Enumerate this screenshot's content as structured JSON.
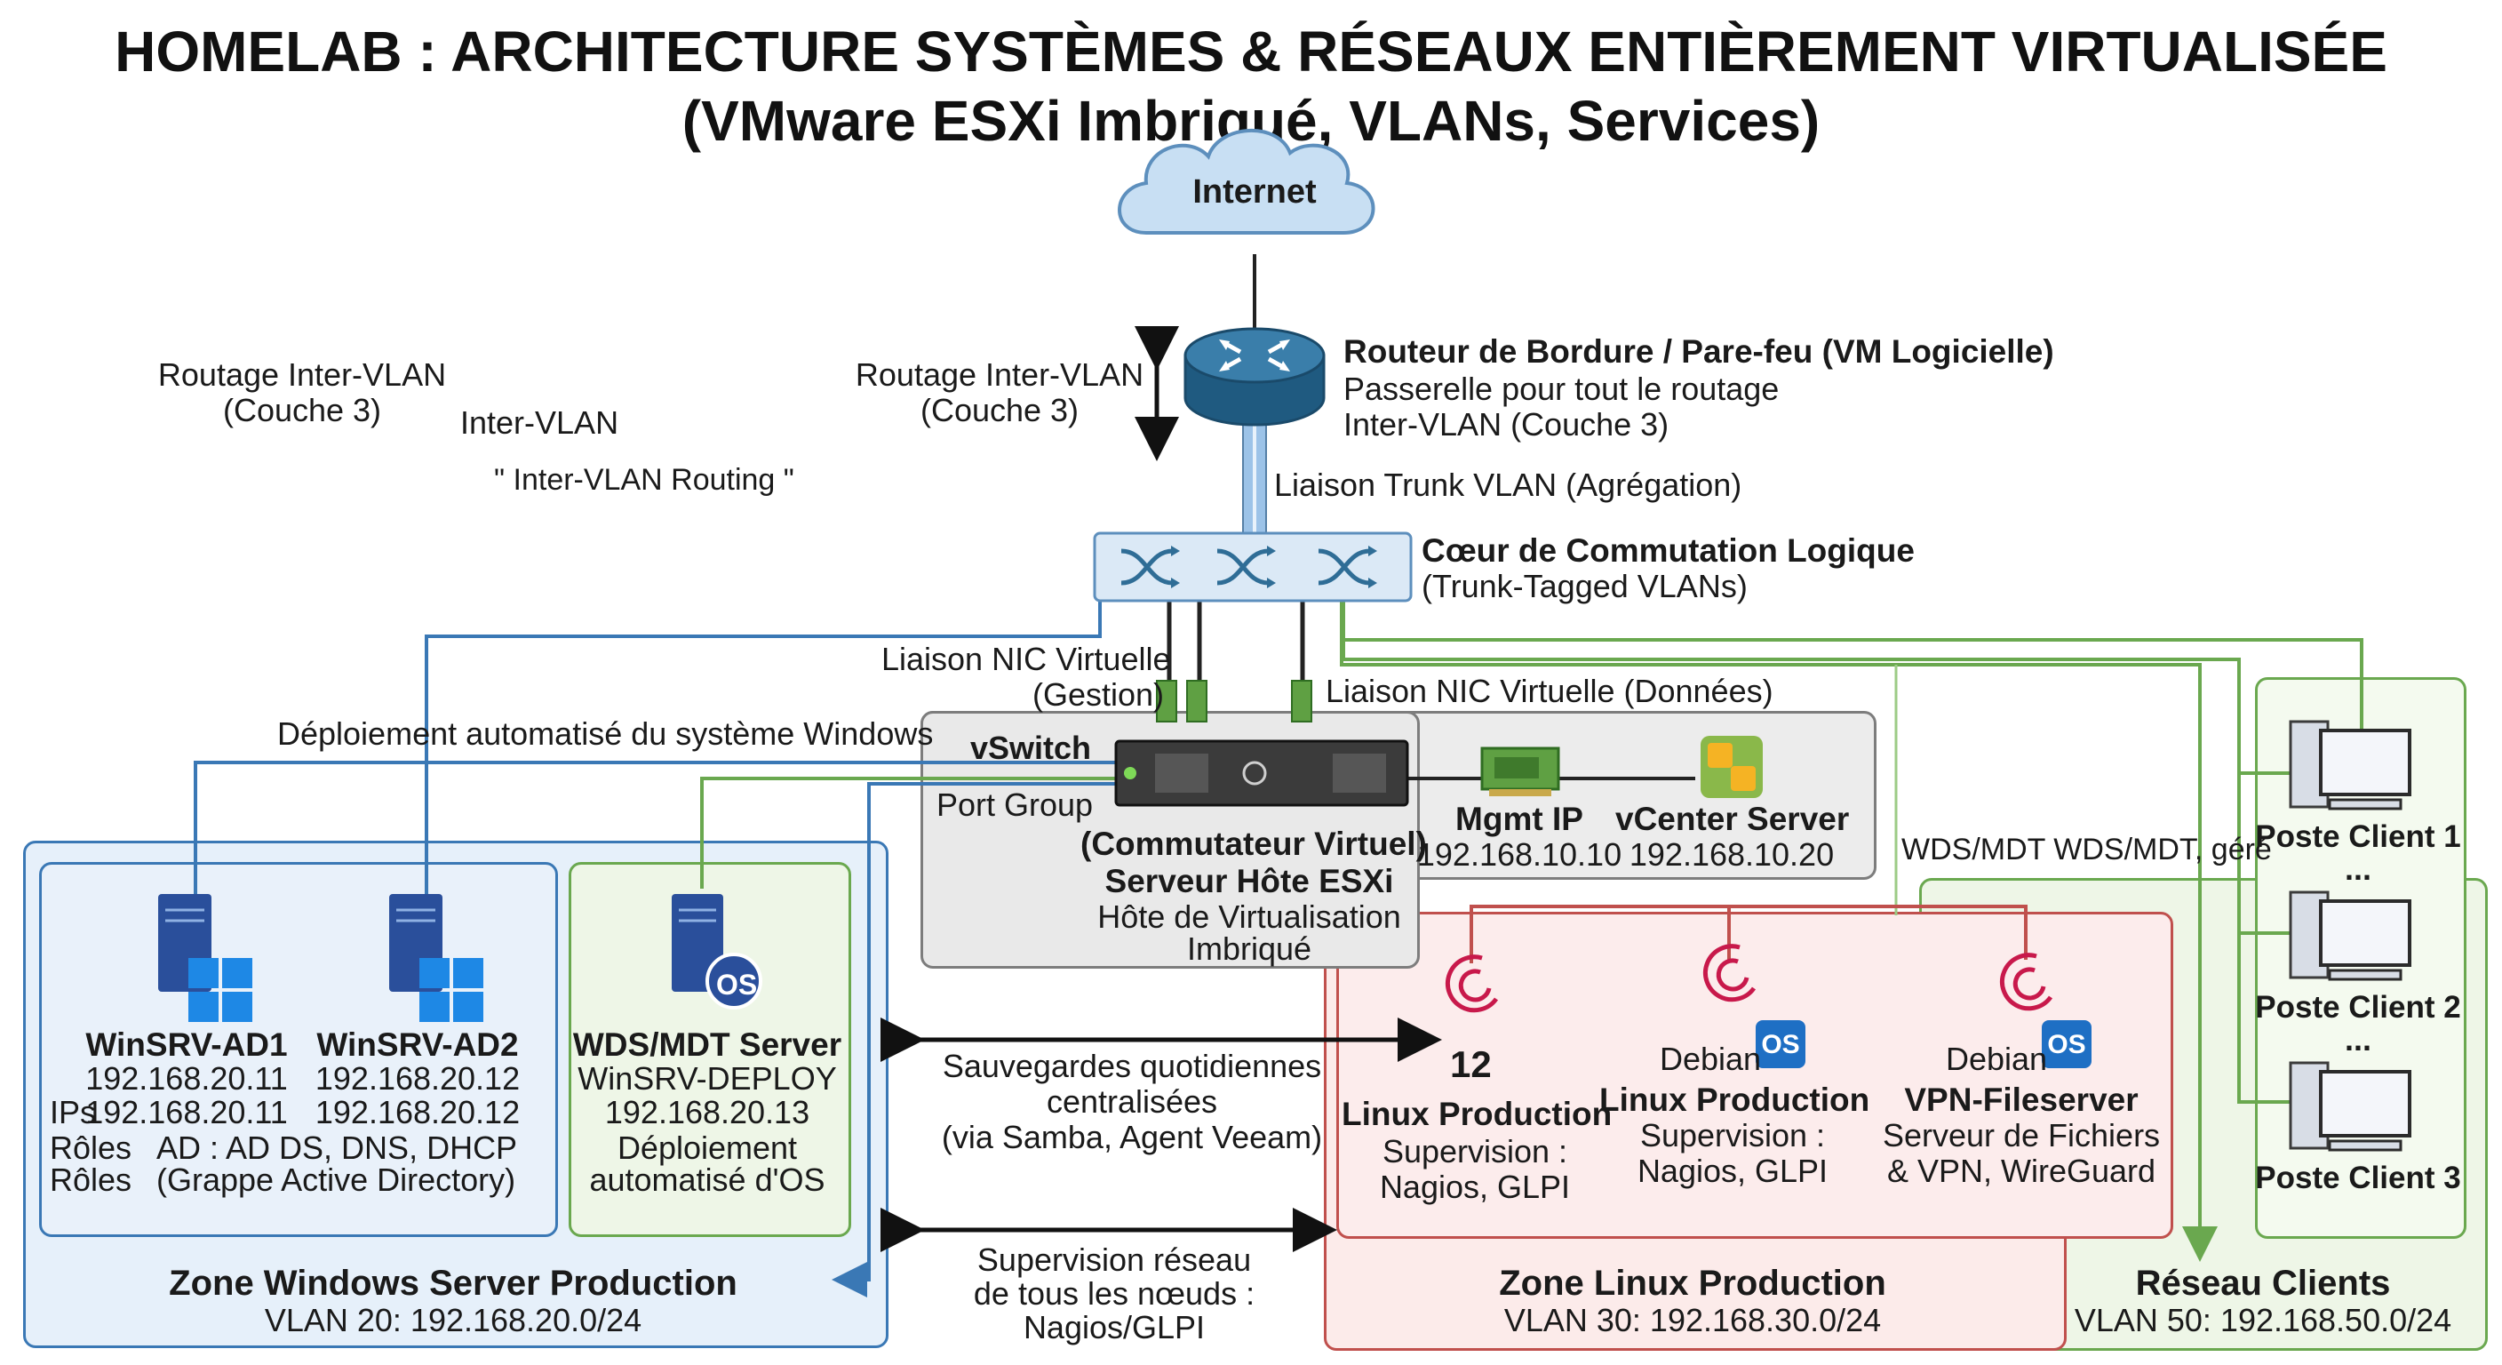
{
  "title": {
    "line1": "HOMELAB : ARCHITECTURE SYSTÈMES & RÉSEAUX ENTIÈREMENT VIRTUALISÉE",
    "line2": "(VMware ESXi Imbriqué, VLANs, Services)"
  },
  "internet": {
    "label": "Internet"
  },
  "left_notes": {
    "routing1": "Routage Inter-VLAN",
    "routing2": "(Couche 3)",
    "intervlan": "Inter-VLAN",
    "routing_quote": "\" Inter-VLAN  Routing \""
  },
  "router": {
    "side_label1": "Routage Inter-VLAN",
    "side_label2": "(Couche 3)",
    "title": "Routeur de Bordure / Pare-feu (VM Logicielle)",
    "desc1": "Passerelle pour tout le routage",
    "desc2": "Inter-VLAN (Couche 3)",
    "trunk": "Liaison Trunk VLAN (Agrégation)"
  },
  "core_switch": {
    "title": "Cœur de Commutation Logique",
    "subtitle": "(Trunk-Tagged VLANs)"
  },
  "nic": {
    "mgmt1": "Liaison NIC Virtuelle",
    "mgmt2": "(Gestion)",
    "data": "Liaison NIC Virtuelle (Données)"
  },
  "deploy_label": "Déploiement automatisé du système Windows",
  "esxi": {
    "vswitch": "vSwitch",
    "portgroup": "Port Group",
    "virtual_switch": "(Commutateur Virtuel)",
    "host": "Serveur Hôte ESXi",
    "host_desc1": "Hôte de Virtualisation",
    "host_desc2": "Imbriqué",
    "mgmt_label": "Mgmt IP",
    "mgmt_ip": "192.168.10.10",
    "vcenter_label": "vCenter Server",
    "vcenter_ip": "192.168.10.20"
  },
  "wds_note": "WDS/MDT WDS/MDT, géré",
  "windows_zone": {
    "title": "Zone Windows Server Production",
    "vlan": "VLAN 20: 192.168.20.0/24",
    "ips_label": "IPs",
    "roles_label": "Rôles",
    "ad1": {
      "name": "WinSRV-AD1",
      "ip1": "192.168.20.11",
      "ip2": "192.168.20.11"
    },
    "ad2": {
      "name": "WinSRV-AD2",
      "ip1": "192.168.20.12",
      "ip2": "192.168.20.12"
    },
    "roles1": "AD : AD DS, DNS, DHCP",
    "roles2": "(Grappe Active Directory)",
    "wds": {
      "name": "WDS/MDT Server",
      "host": "WinSRV-DEPLOY",
      "ip": "192.168.20.13",
      "desc1": "Déploiement",
      "desc2": "automatisé d'OS",
      "badge": "OS"
    }
  },
  "center_labels": {
    "backup1": "Sauvegardes quotidiennes",
    "backup2": "centralisées",
    "backup3": "(via Samba, Agent Veeam)",
    "monitor1": "Supervision réseau",
    "monitor2": "de tous les nœuds :",
    "monitor3": "Nagios/GLPI"
  },
  "linux_zone": {
    "title": "Zone Linux Production",
    "vlan": "VLAN 30: 192.168.30.0/24",
    "s1": {
      "version": "12",
      "name": "Linux Production",
      "desc1": "Supervision :",
      "desc2": "Nagios, GLPI"
    },
    "s2": {
      "distro": "Debian",
      "badge": "OS",
      "name": "Linux Production",
      "desc1": "Supervision :",
      "desc2": "Nagios, GLPI"
    },
    "s3": {
      "distro": "Debian",
      "badge": "OS",
      "name": "VPN-Fileserver",
      "desc1": "Serveur de Fichiers",
      "desc2": "& VPN, WireGuard"
    }
  },
  "clients_zone": {
    "title": "Réseau Clients",
    "vlan": "VLAN 50: 192.168.50.0/24",
    "c1": "Poste Client 1",
    "c2": "Poste Client 2",
    "c3": "Poste Client 3",
    "dots": "..."
  },
  "colors": {
    "windows_border": "#3a78b5",
    "windows_fill": "#e6f0fa",
    "green_border": "#6aa84f",
    "green_fill": "#eef6e7",
    "linux_border": "#c0504d",
    "linux_fill": "#fcebea",
    "router_blue": "#2f6d96",
    "esxi_fill": "#e9e9e9"
  }
}
